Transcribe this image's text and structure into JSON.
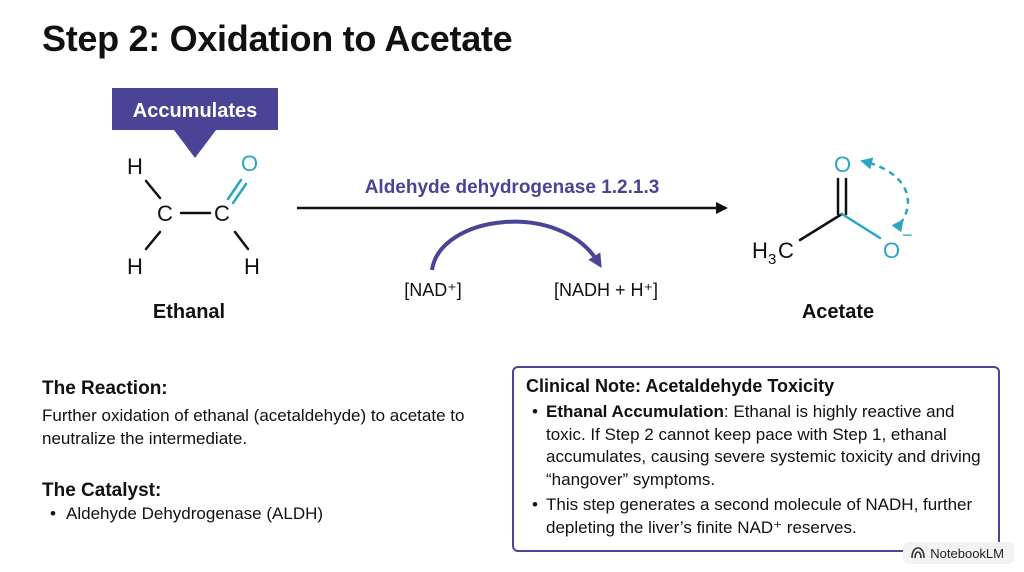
{
  "title": "Step 2: Oxidation to Acetate",
  "diagram": {
    "accumulates_label": "Accumulates",
    "enzyme_label": "Aldehyde dehydrogenase 1.2.1.3",
    "cofactor_in": "[NAD⁺]",
    "cofactor_out": "[NADH + H⁺]",
    "reactant_label": "Ethanal",
    "product_label": "Acetate",
    "ethanal_atoms": {
      "h_top": "H",
      "c_left": "C",
      "c_right": "C",
      "o": "O",
      "h_bottom_left": "H",
      "h_bottom_right": "H"
    },
    "acetate_atoms": {
      "o_top": "O",
      "ch3_h": "H",
      "ch3_sub": "3",
      "ch3_c": "C",
      "o_minus": "O",
      "minus": "−"
    },
    "colors": {
      "accent_purple": "#4a4496",
      "oxygen_teal": "#2aa6c3",
      "ink": "#111111"
    }
  },
  "reaction": {
    "heading": "The Reaction:",
    "text": "Further oxidation of ethanal (acetaldehyde) to acetate to neutralize the intermediate."
  },
  "catalyst": {
    "heading": "The Catalyst:",
    "items": [
      "Aldehyde Dehydrogenase (ALDH)"
    ]
  },
  "clinical_note": {
    "title": "Clinical Note: Acetaldehyde Toxicity",
    "item1_bold": "Ethanal Accumulation",
    "item1_text": ": Ethanal is highly reactive and toxic. If Step 2 cannot keep pace with Step 1, ethanal accumulates, causing severe systemic toxicity and driving “hangover” symptoms.",
    "item2_text": "This step generates a second molecule of NADH, further depleting the liver’s finite NAD⁺ reserves."
  },
  "badge": {
    "label": "NotebookLM",
    "icon": "notebooklm-icon"
  }
}
